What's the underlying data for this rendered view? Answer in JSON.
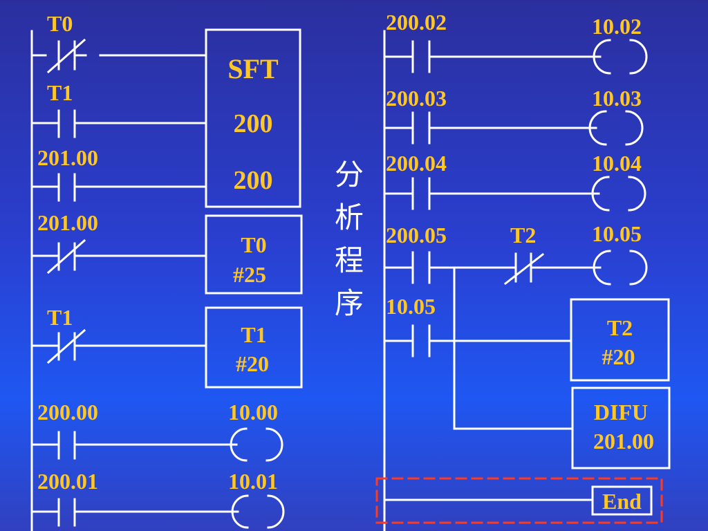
{
  "left_ladder": {
    "rungs": [
      {
        "contact_label": "T0"
      },
      {
        "contact_label": "T1"
      },
      {
        "contact_label": "201.00"
      },
      {
        "contact_label": "201.00"
      },
      {
        "contact_label": "T1"
      },
      {
        "contact_label": "200.00",
        "coil_label": "10.00"
      },
      {
        "contact_label": "200.01",
        "coil_label": "10.01"
      }
    ],
    "sft_block": {
      "name": "SFT",
      "start": "200",
      "end": "200"
    },
    "timer_t0": {
      "name": "T0",
      "value": "#25"
    },
    "timer_t1": {
      "name": "T1",
      "value": "#20"
    }
  },
  "center_caption": [
    "分",
    "析",
    "程",
    "序"
  ],
  "right_ladder": {
    "rungs": [
      {
        "contact_label": "200.02",
        "coil_label": "10.02"
      },
      {
        "contact_label": "200.03",
        "coil_label": "10.03"
      },
      {
        "contact_label": "200.04",
        "coil_label": "10.04"
      },
      {
        "contact_label": "200.05",
        "nc_contact_label": "T2",
        "coil_label": "10.05"
      },
      {
        "contact_label": "10.05"
      }
    ],
    "timer_t2": {
      "name": "T2",
      "value": "#20"
    },
    "difu_block": {
      "name": "DIFU",
      "address": "201.00"
    },
    "end_label": "End"
  },
  "colors": {
    "label": "#ffc726",
    "wire": "#ffffff",
    "highlight": "#ff3b1f"
  }
}
